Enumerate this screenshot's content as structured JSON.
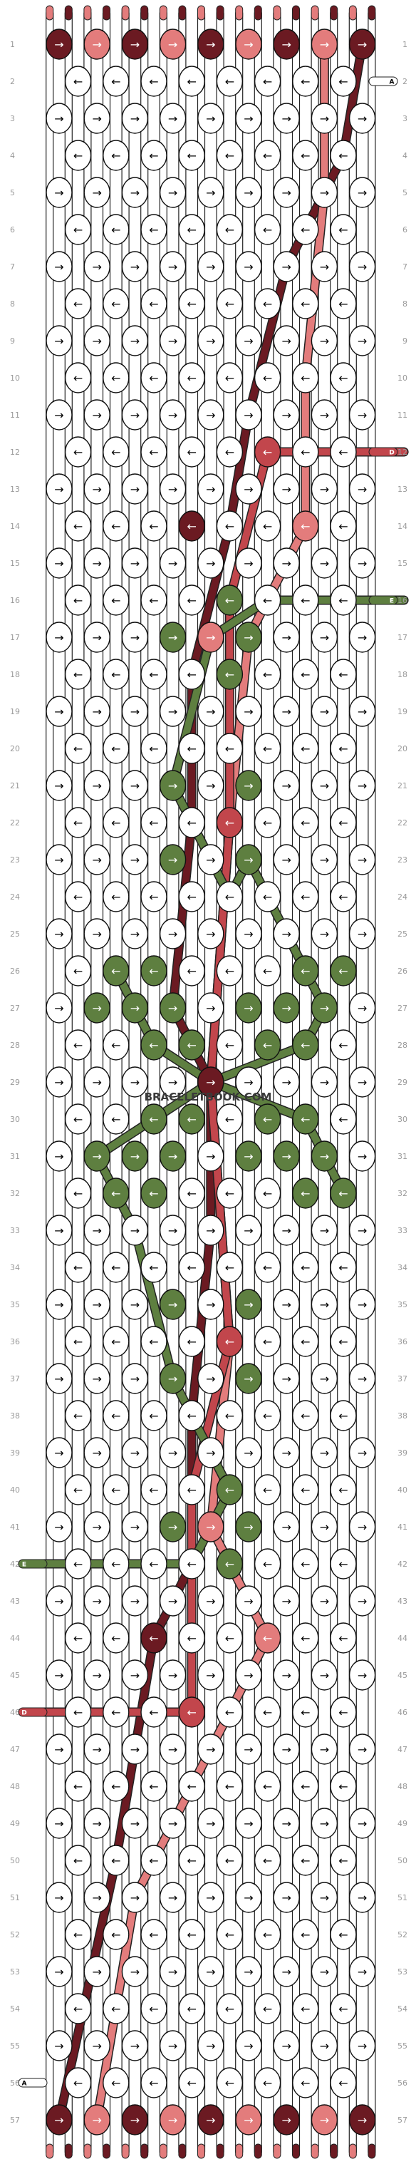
{
  "watermark": "BRACELETBOOK.COM",
  "rows": 57,
  "knot_columns": 9,
  "colors": {
    "A": "#ffffff",
    "B": "#6b1a22",
    "C": "#e37c7c",
    "D": "#c2464c",
    "E": "#5e7f40",
    "outline": "#111111",
    "row_number": "#9a9a9a"
  },
  "strings": {
    "top": [
      "C",
      "B",
      "C",
      "B",
      "C",
      "B",
      "C",
      "B",
      "C",
      "B",
      "C",
      "B",
      "C",
      "B",
      "C",
      "B",
      "C",
      "B"
    ],
    "left_labels": [
      {
        "row": 42,
        "color": "E",
        "label": "E"
      },
      {
        "row": 46,
        "color": "D",
        "label": "D"
      },
      {
        "row": 56,
        "color": "A",
        "label": "A"
      }
    ],
    "right_labels": [
      {
        "row": 2,
        "color": "A",
        "label": "A"
      },
      {
        "row": 12,
        "color": "D",
        "label": "D"
      },
      {
        "row": 16,
        "color": "E",
        "label": "E"
      }
    ]
  },
  "knots": {
    "colored": [
      {
        "r": 1,
        "c": 0,
        "k": "B"
      },
      {
        "r": 1,
        "c": 1,
        "k": "C"
      },
      {
        "r": 1,
        "c": 2,
        "k": "B"
      },
      {
        "r": 1,
        "c": 3,
        "k": "C"
      },
      {
        "r": 1,
        "c": 4,
        "k": "B"
      },
      {
        "r": 1,
        "c": 5,
        "k": "C"
      },
      {
        "r": 1,
        "c": 6,
        "k": "B"
      },
      {
        "r": 1,
        "c": 7,
        "k": "C"
      },
      {
        "r": 1,
        "c": 8,
        "k": "B"
      },
      {
        "r": 12,
        "c": 5,
        "k": "D"
      },
      {
        "r": 14,
        "c": 3,
        "k": "B"
      },
      {
        "r": 14,
        "c": 6,
        "k": "C"
      },
      {
        "r": 16,
        "c": 4,
        "k": "E"
      },
      {
        "r": 17,
        "c": 3,
        "k": "E"
      },
      {
        "r": 17,
        "c": 4,
        "k": "C"
      },
      {
        "r": 17,
        "c": 5,
        "k": "E"
      },
      {
        "r": 18,
        "c": 4,
        "k": "E"
      },
      {
        "r": 21,
        "c": 3,
        "k": "E"
      },
      {
        "r": 21,
        "c": 5,
        "k": "E"
      },
      {
        "r": 22,
        "c": 4,
        "k": "D"
      },
      {
        "r": 23,
        "c": 3,
        "k": "E"
      },
      {
        "r": 23,
        "c": 5,
        "k": "E"
      },
      {
        "r": 26,
        "c": 1,
        "k": "E"
      },
      {
        "r": 26,
        "c": 2,
        "k": "E"
      },
      {
        "r": 26,
        "c": 6,
        "k": "E"
      },
      {
        "r": 26,
        "c": 7,
        "k": "E"
      },
      {
        "r": 27,
        "c": 1,
        "k": "E"
      },
      {
        "r": 27,
        "c": 2,
        "k": "E"
      },
      {
        "r": 27,
        "c": 3,
        "k": "E"
      },
      {
        "r": 27,
        "c": 5,
        "k": "E"
      },
      {
        "r": 27,
        "c": 6,
        "k": "E"
      },
      {
        "r": 27,
        "c": 7,
        "k": "E"
      },
      {
        "r": 28,
        "c": 2,
        "k": "E"
      },
      {
        "r": 28,
        "c": 3,
        "k": "E"
      },
      {
        "r": 28,
        "c": 5,
        "k": "E"
      },
      {
        "r": 28,
        "c": 6,
        "k": "E"
      },
      {
        "r": 29,
        "c": 4,
        "k": "B"
      },
      {
        "r": 30,
        "c": 2,
        "k": "E"
      },
      {
        "r": 30,
        "c": 3,
        "k": "E"
      },
      {
        "r": 30,
        "c": 5,
        "k": "E"
      },
      {
        "r": 30,
        "c": 6,
        "k": "E"
      },
      {
        "r": 31,
        "c": 1,
        "k": "E"
      },
      {
        "r": 31,
        "c": 2,
        "k": "E"
      },
      {
        "r": 31,
        "c": 3,
        "k": "E"
      },
      {
        "r": 31,
        "c": 5,
        "k": "E"
      },
      {
        "r": 31,
        "c": 6,
        "k": "E"
      },
      {
        "r": 31,
        "c": 7,
        "k": "E"
      },
      {
        "r": 32,
        "c": 1,
        "k": "E"
      },
      {
        "r": 32,
        "c": 2,
        "k": "E"
      },
      {
        "r": 32,
        "c": 6,
        "k": "E"
      },
      {
        "r": 32,
        "c": 7,
        "k": "E"
      },
      {
        "r": 35,
        "c": 3,
        "k": "E"
      },
      {
        "r": 35,
        "c": 5,
        "k": "E"
      },
      {
        "r": 36,
        "c": 4,
        "k": "D"
      },
      {
        "r": 37,
        "c": 3,
        "k": "E"
      },
      {
        "r": 37,
        "c": 5,
        "k": "E"
      },
      {
        "r": 40,
        "c": 4,
        "k": "E"
      },
      {
        "r": 41,
        "c": 3,
        "k": "E"
      },
      {
        "r": 41,
        "c": 4,
        "k": "C"
      },
      {
        "r": 41,
        "c": 5,
        "k": "E"
      },
      {
        "r": 42,
        "c": 4,
        "k": "E"
      },
      {
        "r": 44,
        "c": 2,
        "k": "B"
      },
      {
        "r": 44,
        "c": 5,
        "k": "C"
      },
      {
        "r": 46,
        "c": 3,
        "k": "D"
      },
      {
        "r": 57,
        "c": 0,
        "k": "B"
      },
      {
        "r": 57,
        "c": 1,
        "k": "C"
      },
      {
        "r": 57,
        "c": 2,
        "k": "B"
      },
      {
        "r": 57,
        "c": 3,
        "k": "C"
      },
      {
        "r": 57,
        "c": 4,
        "k": "B"
      },
      {
        "r": 57,
        "c": 5,
        "k": "C"
      },
      {
        "r": 57,
        "c": 6,
        "k": "B"
      },
      {
        "r": 57,
        "c": 7,
        "k": "C"
      },
      {
        "r": 57,
        "c": 8,
        "k": "B"
      }
    ]
  },
  "thread_paths": [
    {
      "color": "B",
      "points": [
        [
          8,
          1
        ],
        [
          7,
          4
        ],
        [
          6,
          7
        ],
        [
          5,
          11
        ],
        [
          4,
          14
        ],
        [
          3,
          18
        ],
        [
          3,
          22
        ],
        [
          3,
          27
        ],
        [
          4,
          29
        ],
        [
          4,
          33
        ],
        [
          3,
          38
        ],
        [
          3,
          42
        ],
        [
          2,
          44
        ],
        [
          1,
          50
        ],
        [
          0,
          57
        ]
      ]
    },
    {
      "color": "C",
      "points": [
        [
          7,
          1
        ],
        [
          7,
          5
        ],
        [
          6,
          10
        ],
        [
          6,
          14
        ],
        [
          5,
          17
        ],
        [
          4,
          22
        ],
        [
          4,
          29
        ],
        [
          4,
          36
        ],
        [
          4,
          41
        ],
        [
          5,
          44
        ],
        [
          4,
          47
        ],
        [
          2,
          51
        ],
        [
          1,
          57
        ]
      ]
    },
    {
      "color": "D",
      "points": [
        [
          8.6,
          12
        ],
        [
          5,
          12
        ],
        [
          4,
          16
        ],
        [
          4,
          22
        ],
        [
          4,
          29
        ],
        [
          4,
          36
        ],
        [
          3,
          40
        ],
        [
          3,
          46
        ],
        [
          -1.4,
          46
        ]
      ]
    },
    {
      "color": "E",
      "points": [
        [
          8.6,
          16
        ],
        [
          5,
          16
        ],
        [
          4,
          17
        ],
        [
          3,
          21
        ],
        [
          4,
          24
        ],
        [
          5,
          23
        ],
        [
          6,
          25
        ],
        [
          7,
          27
        ],
        [
          6,
          28
        ],
        [
          4,
          29
        ],
        [
          2,
          28
        ],
        [
          1,
          26
        ]
      ]
    },
    {
      "color": "E",
      "points": [
        [
          -1.4,
          42
        ],
        [
          3,
          42
        ],
        [
          4,
          40
        ],
        [
          3,
          37
        ],
        [
          2,
          33
        ],
        [
          1,
          31
        ],
        [
          2,
          30
        ],
        [
          4,
          29
        ],
        [
          6,
          30
        ],
        [
          7,
          32
        ]
      ]
    }
  ]
}
